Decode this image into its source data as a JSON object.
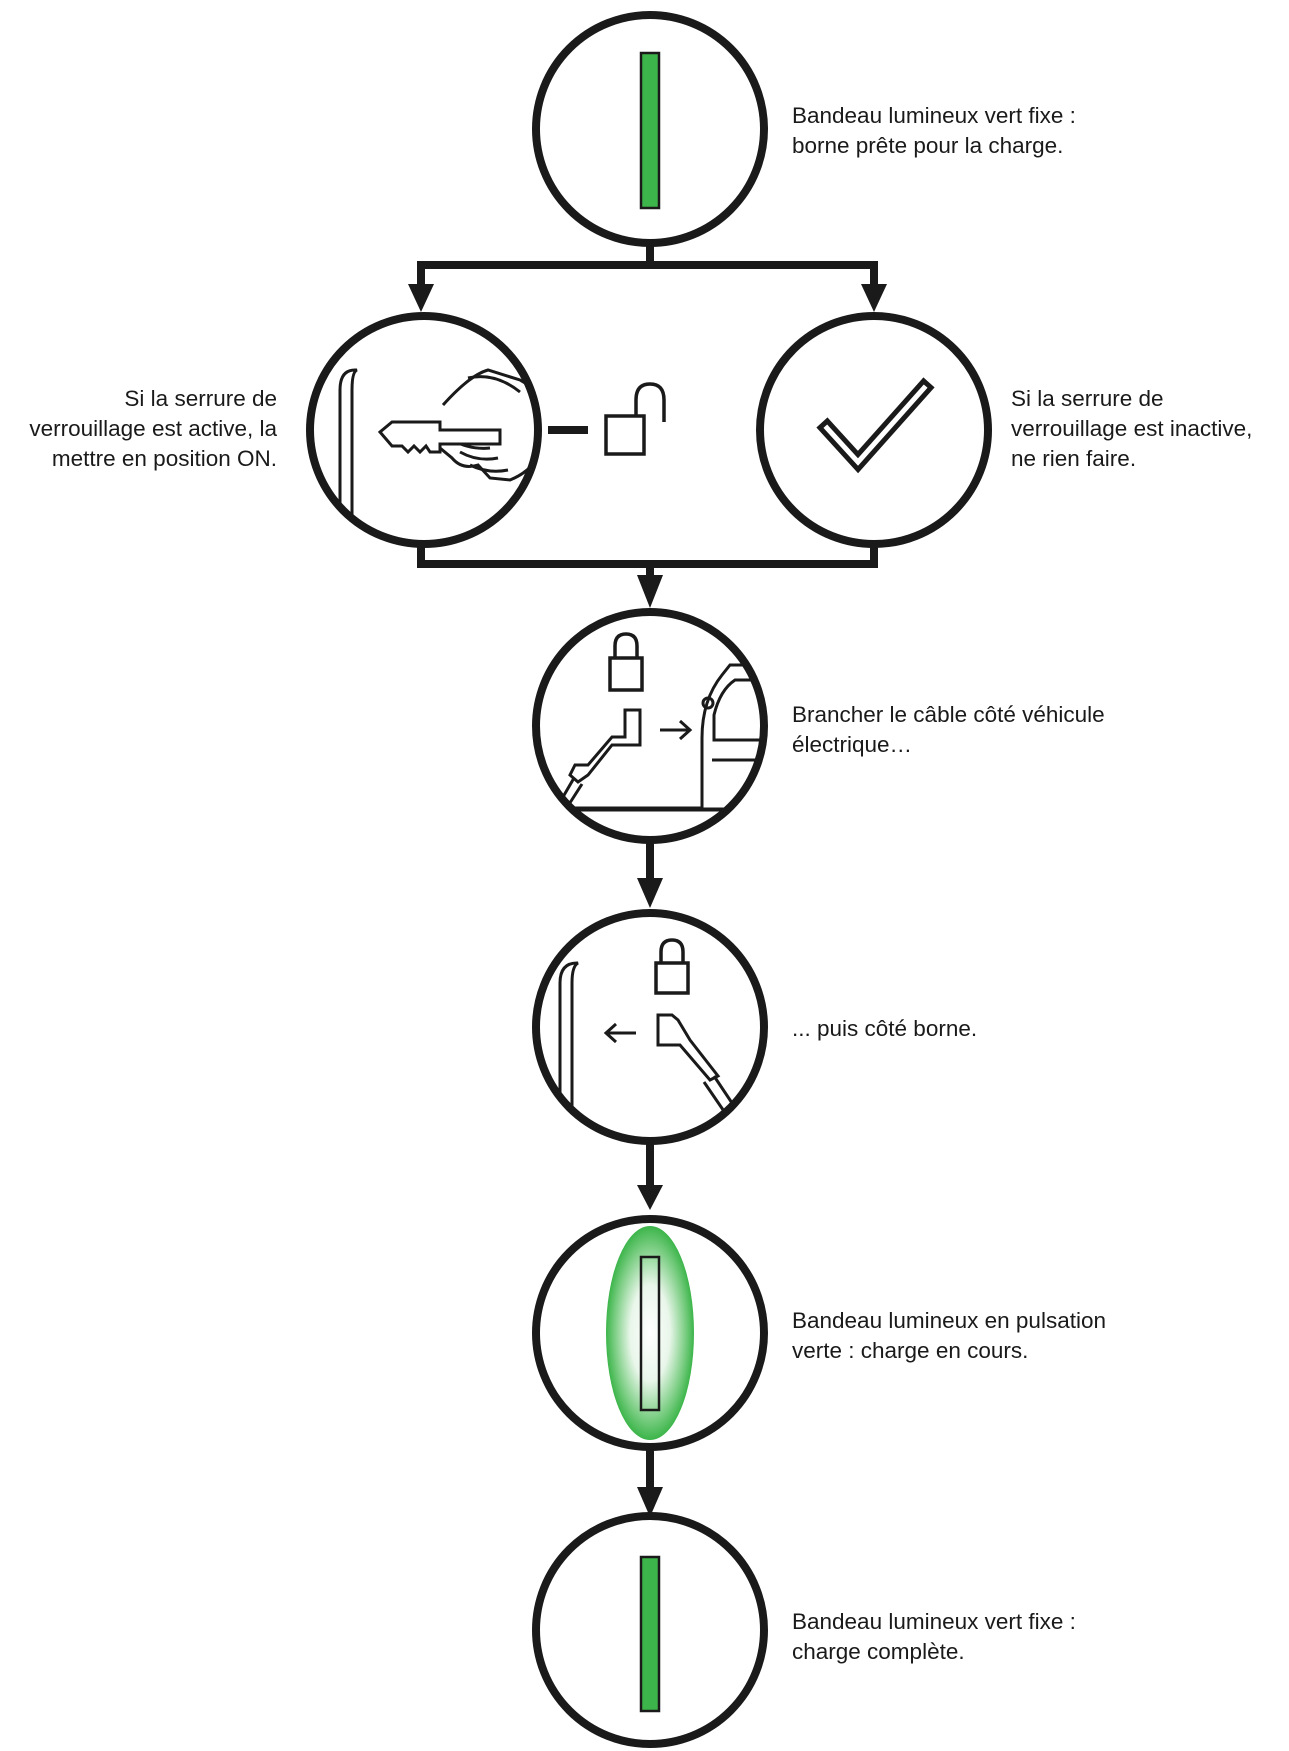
{
  "steps": {
    "ready": {
      "icon": "green-led-strip-icon",
      "lines": [
        "Bandeau lumineux vert fixe :",
        "borne prête pour la charge."
      ]
    },
    "lock_active": {
      "icon": "key-unlock-icon",
      "lines": [
        "Si la serrure de",
        "verrouillage est active, la",
        "mettre en position ON."
      ]
    },
    "lock_inactive": {
      "icon": "checkmark-icon",
      "lines": [
        "Si la serrure de",
        "verrouillage est inactive,",
        "ne rien faire."
      ]
    },
    "plug_vehicle": {
      "icon": "plug-to-vehicle-icon",
      "lines": [
        "Brancher le câble côté véhicule",
        "électrique…"
      ]
    },
    "plug_station": {
      "icon": "plug-to-station-icon",
      "lines": [
        "... puis côté borne."
      ]
    },
    "charging": {
      "icon": "pulsing-led-strip-icon",
      "lines": [
        "Bandeau lumineux en pulsation",
        "verte : charge en cours."
      ]
    },
    "complete": {
      "icon": "green-led-strip-icon",
      "lines": [
        "Bandeau lumineux vert fixe :",
        "charge complète."
      ]
    }
  },
  "colors": {
    "led_green": "#3cb54a",
    "line": "#1a1a1a",
    "background": "#ffffff"
  }
}
